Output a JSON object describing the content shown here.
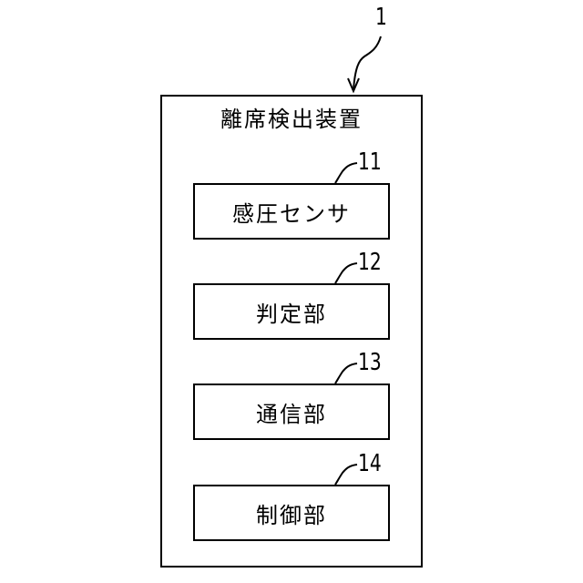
{
  "device": {
    "ref": "1",
    "title": "離席検出装置"
  },
  "components": [
    {
      "ref": "11",
      "label": "感圧センサ"
    },
    {
      "ref": "12",
      "label": "判定部"
    },
    {
      "ref": "13",
      "label": "通信部"
    },
    {
      "ref": "14",
      "label": "制御部"
    }
  ]
}
